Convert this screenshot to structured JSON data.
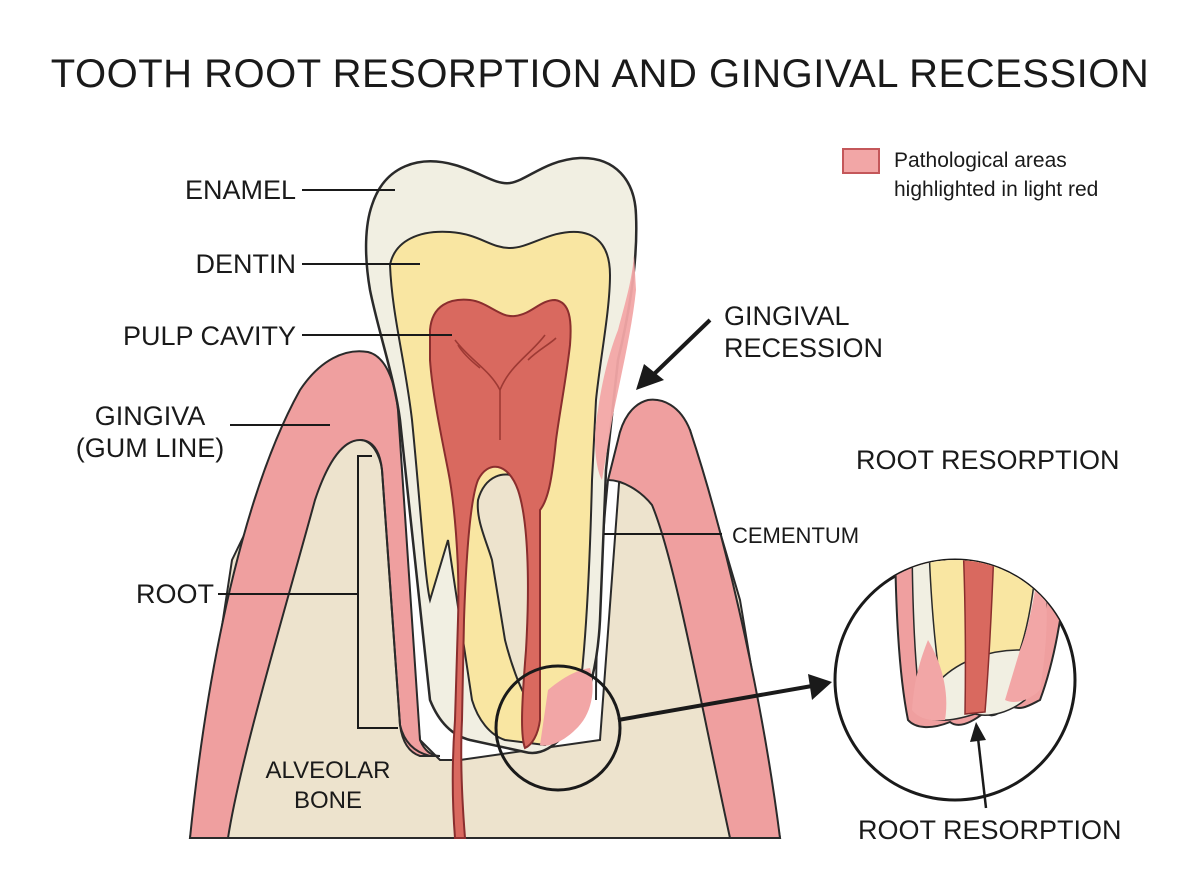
{
  "title": "TOOTH ROOT RESORPTION AND GINGIVAL RECESSION",
  "legend": {
    "line1": "Pathological areas",
    "line2": "highlighted in light red",
    "swatch_color": "#f2a6a6"
  },
  "labels": {
    "enamel": "ENAMEL",
    "dentin": "DENTIN",
    "pulp_cavity": "PULP CAVITY",
    "gingiva_line1": "GINGIVA",
    "gingiva_line2": "(GUM LINE)",
    "root": "ROOT",
    "alveolar_line1": "ALVEOLAR",
    "alveolar_line2": "BONE",
    "gingival_recession_line1": "GINGIVAL",
    "gingival_recession_line2": "RECESSION",
    "cementum": "CEMENTUM",
    "inset_title": "ROOT RESORPTION",
    "inset_callout": "ROOT RESORPTION"
  },
  "colors": {
    "enamel": "#f1efe2",
    "dentin": "#f9e6a2",
    "pulp": "#d9695f",
    "gingiva": "#ef9f9f",
    "bone": "#ede3cd",
    "pathology": "#f2a6a6"
  }
}
